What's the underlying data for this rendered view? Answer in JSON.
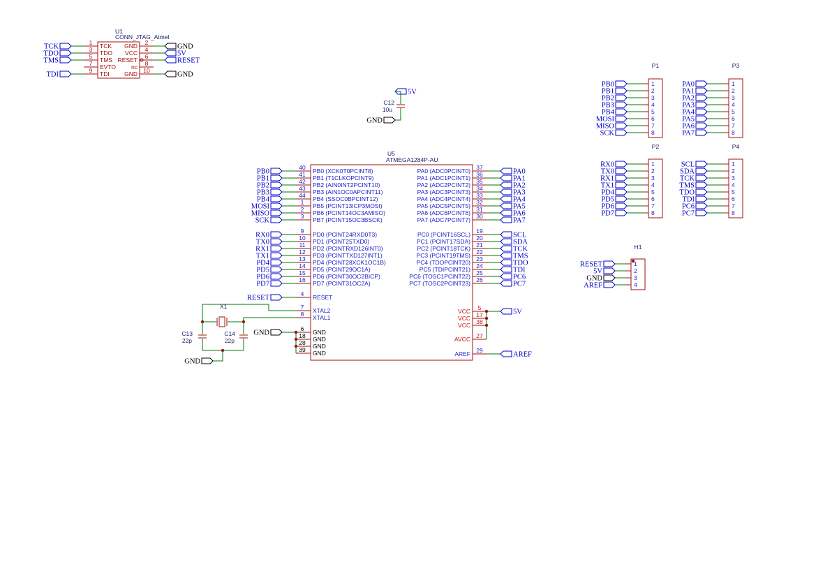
{
  "u1": {
    "ref": "U1",
    "value": "CONN_JTAG_Atmel",
    "left_pins": [
      {
        "num": "1",
        "name": "TCK",
        "net": "TCK"
      },
      {
        "num": "3",
        "name": "TDO",
        "net": "TDO"
      },
      {
        "num": "5",
        "name": "TMS",
        "net": "TMS"
      },
      {
        "num": "7",
        "name": "EVTO",
        "net": ""
      },
      {
        "num": "9",
        "name": "TDI",
        "net": "TDI"
      }
    ],
    "right_pins": [
      {
        "num": "2",
        "name": "GND",
        "net": "GND"
      },
      {
        "num": "4",
        "name": "VCC",
        "net": "5V"
      },
      {
        "num": "6",
        "name": "RESET",
        "net": "RESET"
      },
      {
        "num": "8",
        "name": "nc",
        "net": ""
      },
      {
        "num": "10",
        "name": "GND",
        "net": "GND"
      }
    ]
  },
  "c12": {
    "ref": "C12",
    "value": "10u",
    "top_net": "5V",
    "bottom_net": "GND"
  },
  "u5": {
    "ref": "U5",
    "value": "ATMEGA1284P-AU",
    "left_pins": [
      {
        "num": "40",
        "name": "PB0 (XCK0T0PCINT8)",
        "net": "PB0"
      },
      {
        "num": "41",
        "name": "PB1 (T1CLKOPCINT9)",
        "net": "PB1"
      },
      {
        "num": "42",
        "name": "PB2 (AIN0INT2PCINT10)",
        "net": "PB2"
      },
      {
        "num": "43",
        "name": "PB3 (AIN1OC0APCINT11)",
        "net": "PB3"
      },
      {
        "num": "44",
        "name": "PB4 (SSOC0BPCINT12)",
        "net": "PB4"
      },
      {
        "num": "1",
        "name": "PB5 (PCINT13ICP3MOSI)",
        "net": "MOSI"
      },
      {
        "num": "2",
        "name": "PB6 (PCINT14OC3AMISO)",
        "net": "MISO"
      },
      {
        "num": "3",
        "name": "PB7 (PCINT15OC3BSCK)",
        "net": "SCK"
      },
      {
        "num": "9",
        "name": "PD0 (PCINT24RXD0T3)",
        "net": "RX0"
      },
      {
        "num": "10",
        "name": "PD1 (PCINT25TXD0)",
        "net": "TX0"
      },
      {
        "num": "11",
        "name": "PD2 (PCINTRXD126INT0)",
        "net": "RX1"
      },
      {
        "num": "12",
        "name": "PD3 (PCINTTXD127INT1)",
        "net": "TX1"
      },
      {
        "num": "13",
        "name": "PD4 (PCINT28XCK1OC1B)",
        "net": "PD4"
      },
      {
        "num": "14",
        "name": "PD5 (PCINT29OC1A)",
        "net": "PD5"
      },
      {
        "num": "15",
        "name": "PD6 (PCINT30OC2BICP)",
        "net": "PD6"
      },
      {
        "num": "16",
        "name": "PD7 (PCINT31OC2A)",
        "net": "PD7"
      },
      {
        "num": "4",
        "name": "RESET",
        "net": "RESET"
      },
      {
        "num": "7",
        "name": "XTAL2",
        "net": ""
      },
      {
        "num": "8",
        "name": "XTAL1",
        "net": ""
      },
      {
        "num": "6",
        "name": "GND",
        "net": ""
      },
      {
        "num": "18",
        "name": "GND",
        "net": ""
      },
      {
        "num": "28",
        "name": "GND",
        "net": ""
      },
      {
        "num": "39",
        "name": "GND",
        "net": ""
      }
    ],
    "right_pins": [
      {
        "num": "37",
        "name": "PA0 (ADC0PCINT0)",
        "net": "PA0"
      },
      {
        "num": "36",
        "name": "PA1 (ADC1PCINT1)",
        "net": "PA1"
      },
      {
        "num": "35",
        "name": "PA2 (ADC2PCINT2)",
        "net": "PA2"
      },
      {
        "num": "34",
        "name": "PA3 (ADC3PCINT3)",
        "net": "PA3"
      },
      {
        "num": "33",
        "name": "PA4 (ADC4PCINT4)",
        "net": "PA4"
      },
      {
        "num": "32",
        "name": "PA5 (ADC5PCINT5)",
        "net": "PA5"
      },
      {
        "num": "31",
        "name": "PA6 (ADC6PCINT6)",
        "net": "PA6"
      },
      {
        "num": "30",
        "name": "PA7 (ADC7PCINT7)",
        "net": "PA7"
      },
      {
        "num": "19",
        "name": "PC0 (PCINT16SCL)",
        "net": "SCL"
      },
      {
        "num": "20",
        "name": "PC1 (PCINT17SDA)",
        "net": "SDA"
      },
      {
        "num": "21",
        "name": "PC2 (PCINT18TCK)",
        "net": "TCK"
      },
      {
        "num": "22",
        "name": "PC3 (PCINT19TMS)",
        "net": "TMS"
      },
      {
        "num": "23",
        "name": "PC4 (TDOPCINT20)",
        "net": "TDO"
      },
      {
        "num": "24",
        "name": "PC5 (TDIPCINT21)",
        "net": "TDI"
      },
      {
        "num": "25",
        "name": "PC6 (TOSC1PCINT22)",
        "net": "PC6"
      },
      {
        "num": "26",
        "name": "PC7 (TOSC2PCINT23)",
        "net": "PC7"
      },
      {
        "num": "5",
        "name": "VCC",
        "net": ""
      },
      {
        "num": "17",
        "name": "VCC",
        "net": ""
      },
      {
        "num": "38",
        "name": "VCC",
        "net": ""
      },
      {
        "num": "27",
        "name": "AVCC",
        "net": ""
      },
      {
        "num": "29",
        "name": "AREF",
        "net": "AREF"
      }
    ],
    "vcc_net": "5V",
    "gnd_net": "GND"
  },
  "x1": {
    "ref": "X1"
  },
  "c13": {
    "ref": "C13",
    "value": "22p"
  },
  "c14": {
    "ref": "C14",
    "value": "22p"
  },
  "crystal_gnd_net": "GND",
  "headers": [
    {
      "ref": "P1",
      "pins": [
        "1",
        "2",
        "3",
        "4",
        "5",
        "6",
        "7",
        "8"
      ],
      "nets": [
        "PB0",
        "PB1",
        "PB2",
        "PB3",
        "PB4",
        "MOSI",
        "MISO",
        "SCK"
      ]
    },
    {
      "ref": "P3",
      "pins": [
        "1",
        "2",
        "3",
        "4",
        "5",
        "6",
        "7",
        "8"
      ],
      "nets": [
        "PA0",
        "PA1",
        "PA2",
        "PA3",
        "PA4",
        "PA5",
        "PA6",
        "PA7"
      ]
    },
    {
      "ref": "P2",
      "pins": [
        "1",
        "2",
        "3",
        "4",
        "5",
        "6",
        "7",
        "8"
      ],
      "nets": [
        "RX0",
        "TX0",
        "RX1",
        "TX1",
        "PD4",
        "PD5",
        "PD6",
        "PD7"
      ]
    },
    {
      "ref": "P4",
      "pins": [
        "1",
        "2",
        "3",
        "4",
        "5",
        "6",
        "7",
        "8"
      ],
      "nets": [
        "SCL",
        "SDA",
        "TCK",
        "TMS",
        "TDO",
        "TDI",
        "PC6",
        "PC7"
      ]
    },
    {
      "ref": "H1",
      "pins": [
        "1",
        "2",
        "3",
        "4"
      ],
      "nets": [
        "RESET",
        "5V",
        "GND",
        "AREF"
      ]
    }
  ]
}
